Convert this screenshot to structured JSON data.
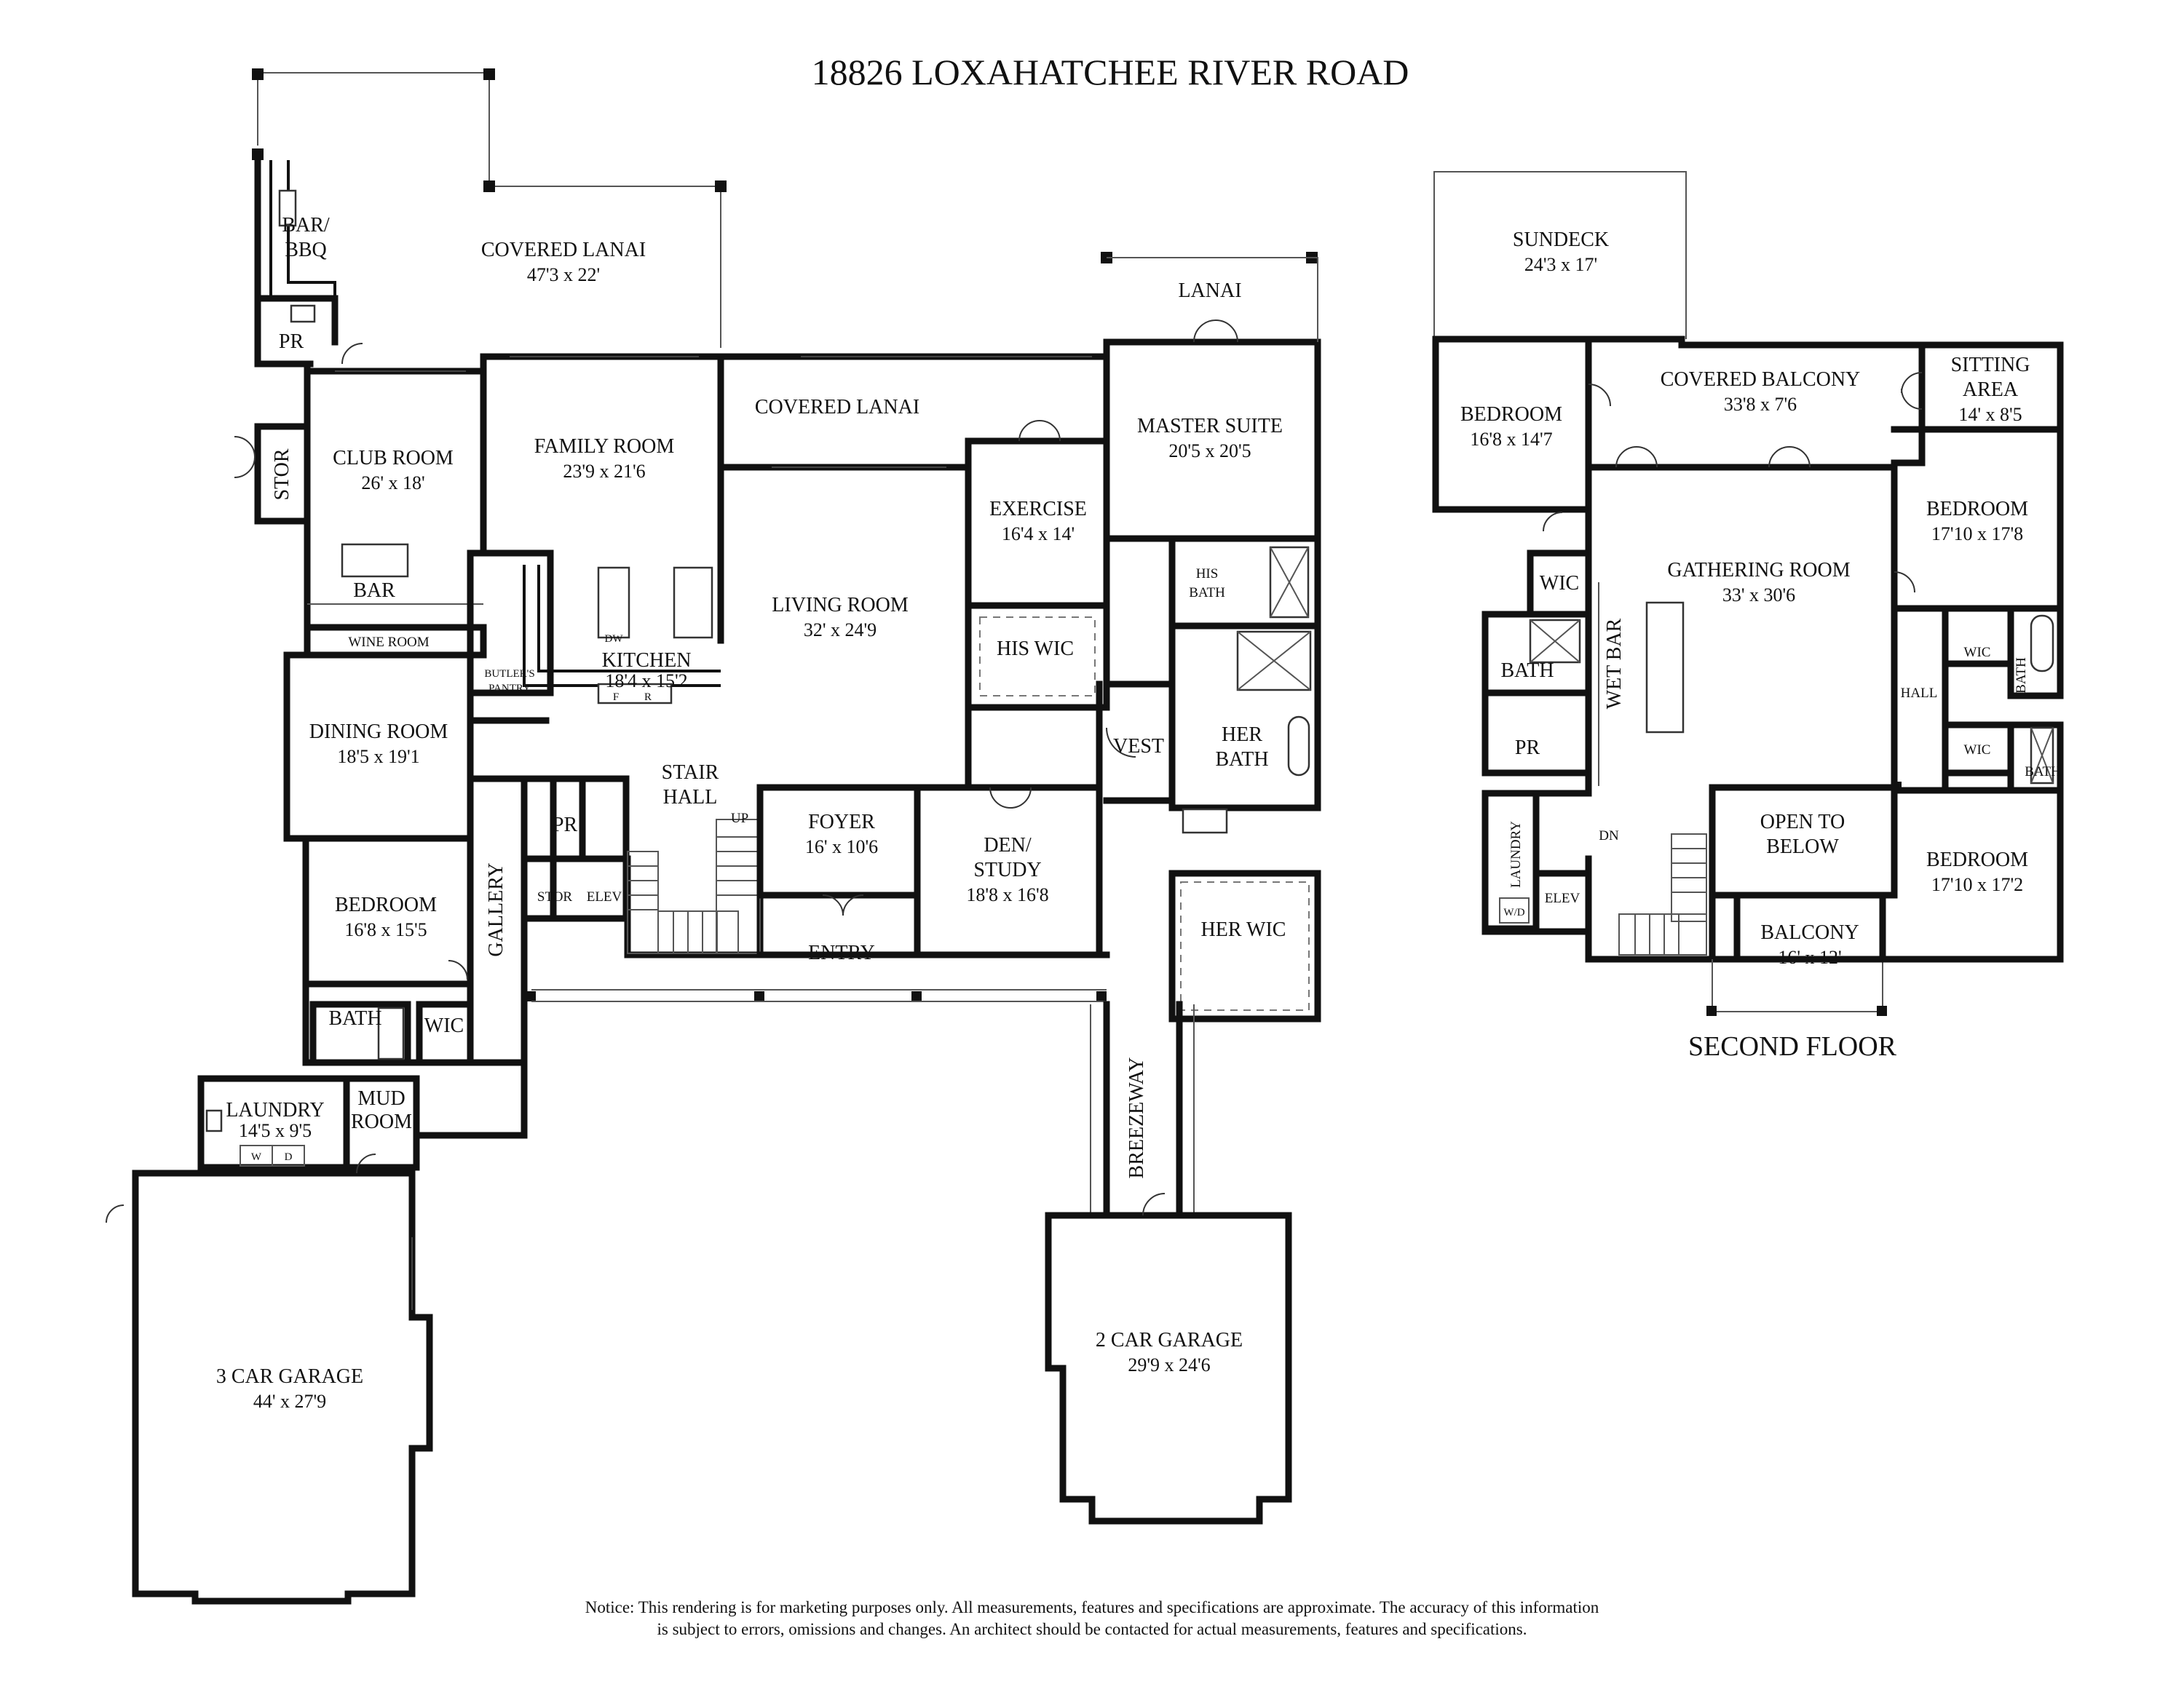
{
  "title": "18826 LOXAHATCHEE RIVER ROAD",
  "second_floor_label": "SECOND FLOOR",
  "notice": [
    "Notice: This rendering is for marketing purposes only. All measurements, features and specifications are approximate. The accuracy of this information",
    "is subject to errors, omissions and changes. An architect should be contacted for actual measurements, features and specifications."
  ],
  "first_floor": {
    "covered_lanai_main": {
      "name": "COVERED LANAI",
      "dims": "47'3 x 22'"
    },
    "bar_bbq": {
      "line1": "BAR/",
      "line2": "BBQ"
    },
    "pr_top": "PR",
    "stor_left": "STOR",
    "club_room": {
      "name": "CLUB ROOM",
      "dims": "26' x 18'"
    },
    "bar": "BAR",
    "wine_room": "WINE ROOM",
    "family_room": {
      "name": "FAMILY ROOM",
      "dims": "23'9 x 21'6"
    },
    "covered_lanai_center": "COVERED LANAI",
    "lanai": "LANAI",
    "master_suite": {
      "name": "MASTER SUITE",
      "dims": "20'5 x 20'5"
    },
    "exercise": {
      "name": "EXERCISE",
      "dims": "16'4 x 14'"
    },
    "his_bath": {
      "line1": "HIS",
      "line2": "BATH"
    },
    "his_wic": "HIS WIC",
    "living_room": {
      "name": "LIVING ROOM",
      "dims": "32' x 24'9"
    },
    "kitchen": {
      "name": "KITCHEN",
      "dims": "18'4 x 15'2"
    },
    "dw": "DW",
    "fr": {
      "f": "F",
      "r": "R"
    },
    "butlers_pantry": {
      "line1": "BUTLER'S",
      "line2": "PANTRY"
    },
    "dining_room": {
      "name": "DINING ROOM",
      "dims": "18'5 x 19'1"
    },
    "stair_hall": {
      "line1": "STAIR",
      "line2": "HALL"
    },
    "up": "UP",
    "foyer": {
      "name": "FOYER",
      "dims": "16' x 10'6"
    },
    "vest": "VEST",
    "her_bath": {
      "line1": "HER",
      "line2": "BATH"
    },
    "pr_mid": "PR",
    "stor_mid": "STOR",
    "elev": "ELEV",
    "gallery": "GALLERY",
    "den_study": {
      "line1": "DEN/",
      "line2": "STUDY",
      "dims": "18'8 x 16'8"
    },
    "her_wic": "HER WIC",
    "bedroom": {
      "name": "BEDROOM",
      "dims": "16'8 x 15'5"
    },
    "entry": "ENTRY",
    "bath": "BATH",
    "wic": "WIC",
    "laundry": {
      "name": "LAUNDRY",
      "dims": "14'5 x 9'5"
    },
    "wd": {
      "w": "W",
      "d": "D"
    },
    "mud_room": {
      "line1": "MUD",
      "line2": "ROOM"
    },
    "breezeway": "BREEZEWAY",
    "garage_3": {
      "name": "3 CAR GARAGE",
      "dims": "44' x 27'9"
    },
    "garage_2": {
      "name": "2 CAR GARAGE",
      "dims": "29'9 x 24'6"
    }
  },
  "second_floor": {
    "sundeck": {
      "name": "SUNDECK",
      "dims": "24'3 x 17'"
    },
    "bedroom_nw": {
      "name": "BEDROOM",
      "dims": "16'8 x 14'7"
    },
    "covered_balcony": {
      "name": "COVERED BALCONY",
      "dims": "33'8 x 7'6"
    },
    "sitting_area": {
      "line1": "SITTING",
      "line2": "AREA",
      "dims": "14' x 8'5"
    },
    "bedroom_ne": {
      "name": "BEDROOM",
      "dims": "17'10 x 17'8"
    },
    "wic_left": "WIC",
    "gathering_room": {
      "name": "GATHERING ROOM",
      "dims": "33' x 30'6"
    },
    "wet_bar": "WET BAR",
    "bath_left": "BATH",
    "pr": "PR",
    "laundry": "LAUNDRY",
    "wd": "W/D",
    "elev": "ELEV",
    "dn": "DN",
    "hall": "HALL",
    "wic_r1": "WIC",
    "bath_r1": "BATH",
    "wic_r2": "WIC",
    "bath_r2": "BATH",
    "open_to_below": {
      "line1": "OPEN TO",
      "line2": "BELOW"
    },
    "bedroom_se": {
      "name": "BEDROOM",
      "dims": "17'10 x 17'2"
    },
    "balcony": {
      "name": "BALCONY",
      "dims": "16' x 12'"
    }
  }
}
